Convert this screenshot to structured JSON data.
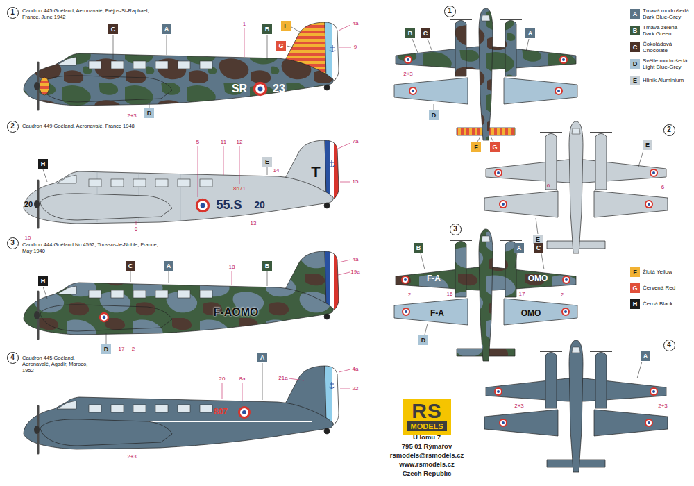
{
  "diagram": {
    "nodes": [
      {
        "text": [
          "1"
        ]
      },
      {
        "text": [
          "C"
        ]
      },
      {
        "text": [
          "A"
        ]
      },
      {
        "text": [
          "B"
        ]
      },
      {
        "text": [
          "F"
        ]
      },
      {
        "text": [
          "G"
        ]
      },
      {
        "text": [
          "D"
        ]
      },
      {
        "text": [
          "2"
        ]
      },
      {
        "text": [
          "H"
        ]
      },
      {
        "text": [
          "E"
        ]
      },
      {
        "text": [
          "3"
        ]
      },
      {
        "text": [
          "C"
        ]
      },
      {
        "text": [
          "A"
        ]
      },
      {
        "text": [
          "B"
        ]
      },
      {
        "text": [
          "H"
        ]
      },
      {
        "text": [
          "D"
        ]
      },
      {
        "text": [
          "4"
        ]
      },
      {
        "text": [
          "A"
        ]
      },
      {
        "text": [
          "1"
        ]
      },
      {
        "text": [
          "B"
        ]
      },
      {
        "text": [
          "C"
        ]
      },
      {
        "text": [
          "A"
        ]
      },
      {
        "text": [
          "D"
        ]
      },
      {
        "text": [
          "F"
        ]
      },
      {
        "text": [
          "G"
        ]
      },
      {
        "text": [
          "2"
        ]
      },
      {
        "text": [
          "E"
        ]
      },
      {
        "text": [
          "E"
        ]
      },
      {
        "text": [
          "3"
        ]
      },
      {
        "text": [
          "B"
        ]
      },
      {
        "text": [
          "A"
        ]
      },
      {
        "text": [
          "C"
        ]
      },
      {
        "text": [
          "D"
        ]
      },
      {
        "text": [
          "4"
        ]
      },
      {
        "text": [
          "A"
        ]
      },
      {
        "text": [
          "RS",
          "MODELS"
        ]
      }
    ],
    "labels": [
      "Caudron 445 Goéland, Aeronavalé, Fréjus-St-Raphael, France, June 1942",
      "Caudron 449 Goéland, Aeronavalé, France 1948",
      "Caudron 444 Goéland No.4592, Toussus-le-Noble, France, May 1940",
      "Caudron 445 Goéland, Aeronavalé, Agadir, Maroco, 1952",
      "1",
      "4a",
      "9",
      "2+3",
      "SR",
      "23",
      "5",
      "11",
      "12",
      "7a",
      "14",
      "15",
      "T",
      "8671",
      "55.S",
      "20",
      "20",
      "10",
      "6",
      "13",
      "18",
      "19a",
      "4a",
      "17",
      "2",
      "F-AOMO",
      "20",
      "8a",
      "21a",
      "4a",
      "22",
      "2+3",
      "807",
      "2+3",
      "6",
      "6",
      "2",
      "16",
      "17",
      "2",
      "F-A",
      "OMO",
      "F-A",
      "OMO",
      "2+3",
      "2+3",
      "U lomu 7",
      "795 01 Rýmařov",
      "rsmodels@rsmodels.cz",
      "www.rsmodels.cz",
      "Czech Republic",
      "A",
      "B",
      "C",
      "D",
      "E",
      "F",
      "G",
      "H"
    ],
    "legend": [
      {
        "text": "Tmavá modrošedá Dark Blue-Grey",
        "color": "#5b7486"
      },
      {
        "text": "Tmavá zelená Dark Green",
        "color": "#3b5a3e"
      },
      {
        "text": "Čokoládová Chocolate",
        "color": "#4a3128"
      },
      {
        "text": "Světle modrošedá Light Blue-Grey",
        "color": "#a9c4d6"
      },
      {
        "text": "Hliník Aluminium",
        "color": "#c8d0d6"
      },
      {
        "text": "Žlutá Yellow",
        "color": "#f2b233"
      },
      {
        "text": "Červená Red",
        "color": "#e0503a"
      },
      {
        "text": "Černá Black",
        "color": "#1a1a1a"
      }
    ]
  }
}
